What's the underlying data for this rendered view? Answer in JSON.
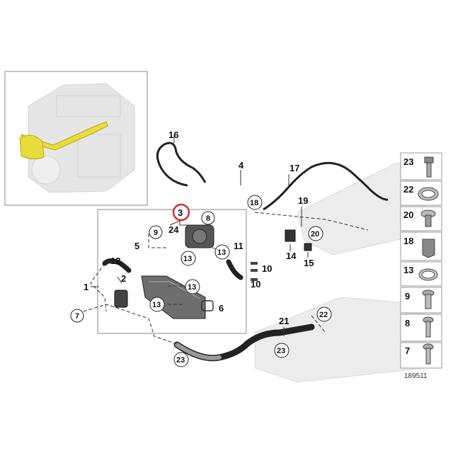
{
  "diagram": {
    "diagram_number": "189511",
    "callouts": {
      "label_1": "1",
      "label_2": "2",
      "label_3": "3",
      "label_4": "4",
      "label_5": "5",
      "label_6": "6",
      "label_8": "8",
      "label_9": "9",
      "label_10a": "10",
      "label_10b": "10",
      "label_11": "11",
      "label_12": "12",
      "label_13a": "13",
      "label_13b": "13",
      "label_13c": "13",
      "label_13d": "13",
      "label_14": "14",
      "label_15": "15",
      "label_16": "16",
      "label_17": "17",
      "label_18": "18",
      "label_19": "19",
      "label_20": "20",
      "label_21": "21",
      "label_22": "22",
      "label_23a": "23",
      "label_23b": "23",
      "label_24": "24",
      "label_7": "7"
    },
    "highlight_color": "#d32f2f",
    "inset_color": "#e8dc3a",
    "side_panel": [
      {
        "number": "23",
        "icon": "bolt-flange-icon"
      },
      {
        "number": "22",
        "icon": "hose-clamp-icon"
      },
      {
        "number": "20",
        "icon": "collar-screw-icon"
      },
      {
        "number": "18",
        "icon": "cable-clip-icon"
      },
      {
        "number": "13",
        "icon": "hose-clamp-band-icon"
      },
      {
        "number": "9",
        "icon": "torx-bolt-icon"
      },
      {
        "number": "8",
        "icon": "torx-screw-icon"
      },
      {
        "number": "7",
        "icon": "hex-screw-icon"
      }
    ]
  }
}
